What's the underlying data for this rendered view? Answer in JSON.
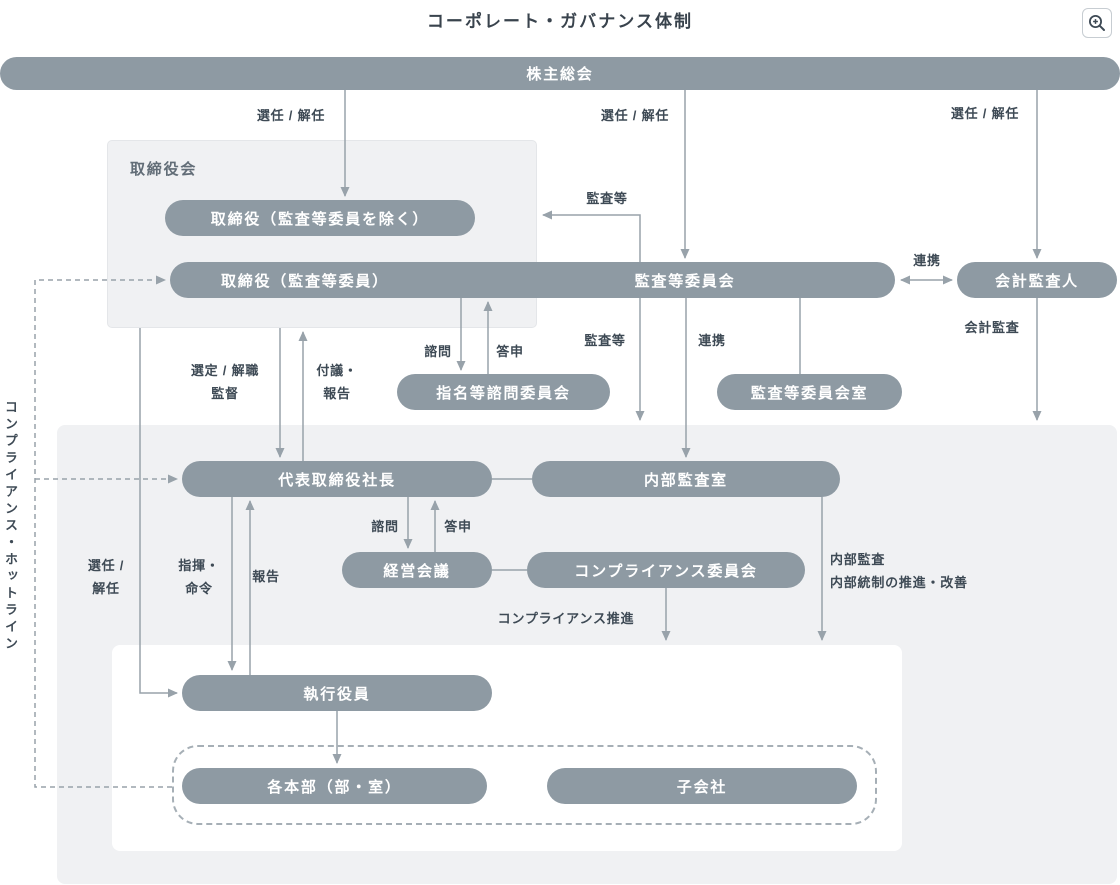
{
  "title": "コーポレート・ガバナンス体制",
  "zoom_button": {
    "icon": "zoom-in-icon"
  },
  "colors": {
    "pill": "#8e9aa3",
    "pill_text": "#ffffff",
    "panel_bg": "#f0f1f3",
    "line": "#98a2aa",
    "label_text": "#3e4a55"
  },
  "nodes": {
    "shareholders": {
      "label": "株主総会"
    },
    "board": {
      "label": "取締役会"
    },
    "directors_excl_audit": {
      "label": "取締役（監査等委員を除く）"
    },
    "directors_audit_members": {
      "label": "取締役（監査等委員）"
    },
    "audit_committee": {
      "label": "監査等委員会"
    },
    "accounting_auditor": {
      "label": "会計監査人"
    },
    "nomination_advisory_committee": {
      "label": "指名等諮問委員会"
    },
    "audit_committee_office": {
      "label": "監査等委員会室"
    },
    "president": {
      "label": "代表取締役社長"
    },
    "internal_audit_office": {
      "label": "内部監査室"
    },
    "management_council": {
      "label": "経営会議"
    },
    "compliance_committee": {
      "label": "コンプライアンス委員会"
    },
    "executive_officers": {
      "label": "執行役員"
    },
    "divisions": {
      "label": "各本部（部・室）"
    },
    "subsidiaries": {
      "label": "子会社"
    }
  },
  "edge_labels": {
    "appoint_dismiss_left": "選任 / 解任",
    "appoint_dismiss_mid": "選任 / 解任",
    "appoint_dismiss_right": "選任 / 解任",
    "audit_upper": "監査等",
    "cooperation_upper": "連携",
    "select_dismiss": "選定 / 解職",
    "supervise": "監督",
    "submit1": "付議・",
    "submit2": "報告",
    "consult_upper": "諮問",
    "reply_upper": "答申",
    "audit_lower": "監査等",
    "cooperation_lower": "連携",
    "accounting_audit": "会計監査",
    "appoint_line1": "選任 /",
    "appoint_line2": "解任",
    "command_line1": "指揮・",
    "command_line2": "命令",
    "report_up": "報告",
    "consult_lower": "諮問",
    "reply_lower": "答申",
    "internal_audit_line1": "内部監査",
    "internal_audit_line2": "内部統制の推進・改善",
    "compliance_promotion": "コンプライアンス推進",
    "hotline": "コンプライアンス・ホットライン"
  }
}
